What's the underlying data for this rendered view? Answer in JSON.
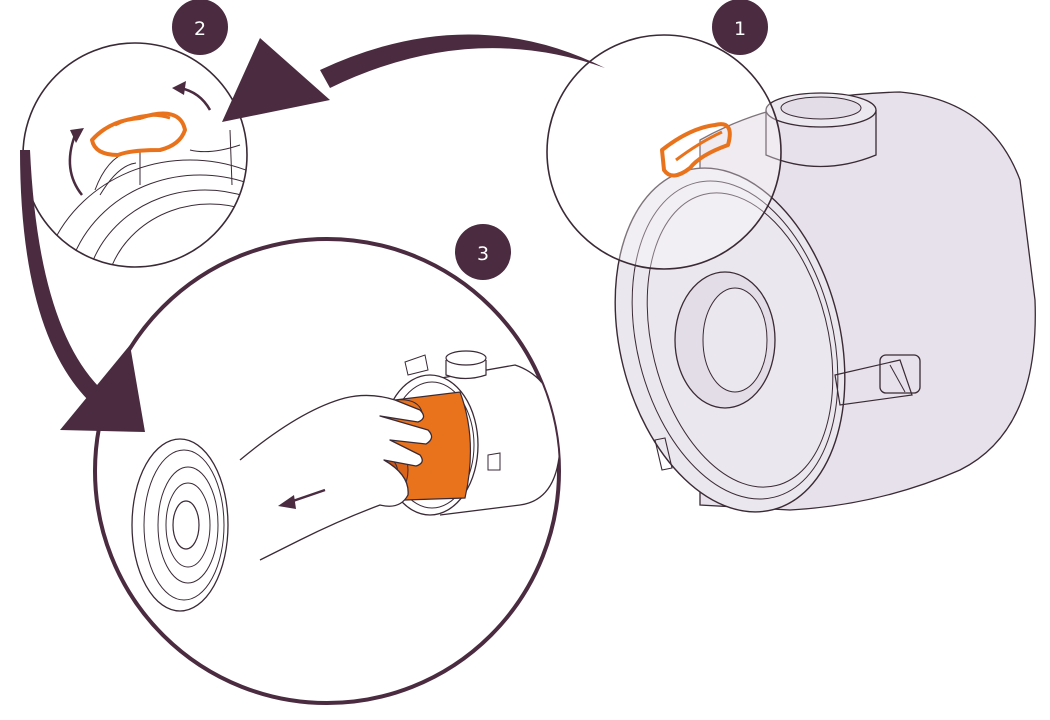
{
  "steps": [
    {
      "number": "1"
    },
    {
      "number": "2"
    },
    {
      "number": "3"
    }
  ],
  "colors": {
    "accent": "#e8731c",
    "dark": "#4a2b40",
    "housing_fill": "#e6e1ea",
    "line": "#3a2a35"
  },
  "icons": [
    "curved-arrow-icon",
    "rotate-arrow-icon",
    "pull-arrow-icon",
    "hand-icon",
    "clamp-icon"
  ]
}
